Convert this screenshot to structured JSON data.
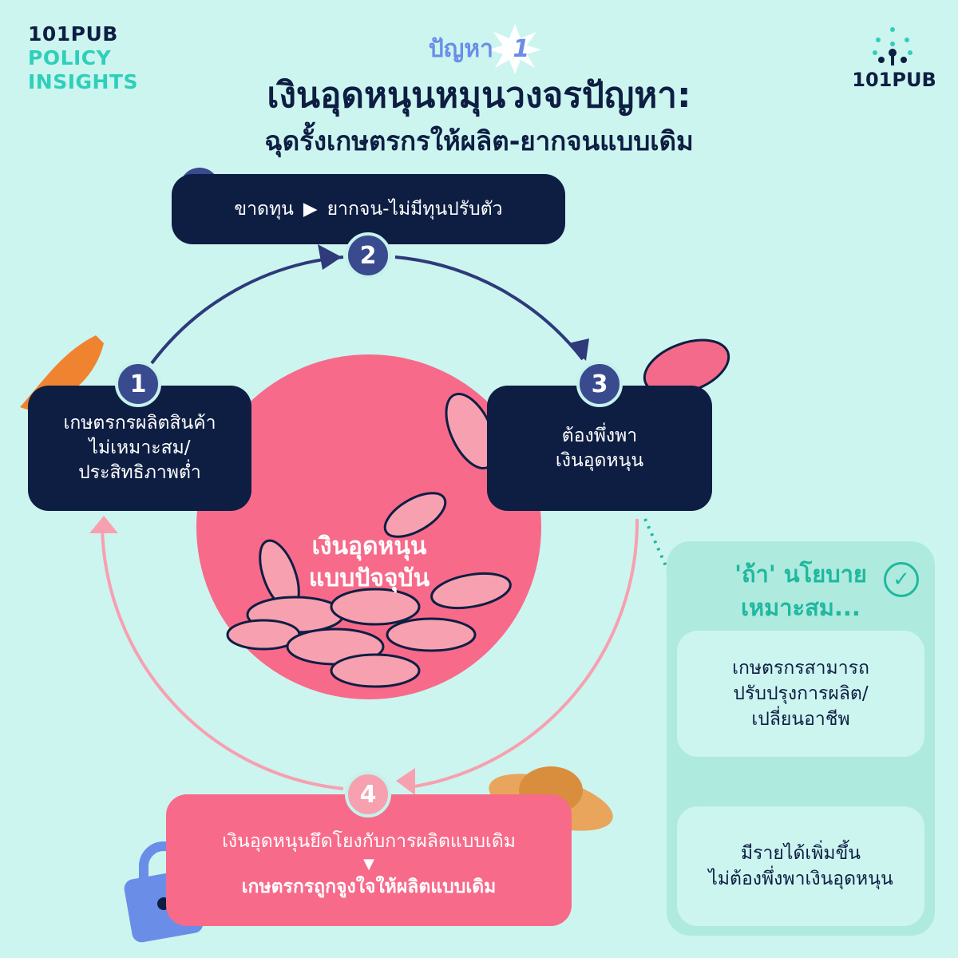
{
  "brand": {
    "top_left": [
      "101PUB",
      "POLICY",
      "INSIGHTS"
    ],
    "top_right": "101PUB"
  },
  "header": {
    "tag": "ปัญหา",
    "tag_number": "1",
    "title_line1": "เงินอุดหนุนหมุนวงจรปัญหา:",
    "title_line2": "ฉุดรั้งเกษตรกรให้ผลิต-ยากจนแบบเดิม"
  },
  "steps": [
    {
      "number": "1",
      "lines": [
        "เกษตรกรผลิตสินค้า",
        "ไม่เหมาะสม/",
        "ประสิทธิภาพต่ำ"
      ]
    },
    {
      "number": "2",
      "left": "ขาดทุน",
      "right": "ยากจน-ไม่มีทุนปรับตัว"
    },
    {
      "number": "3",
      "lines": [
        "ต้องพึ่งพา",
        "เงินอุดหนุน"
      ]
    },
    {
      "number": "4",
      "line1": "เงินอุดหนุนยึดโยงกับการผลิตแบบเดิม",
      "line2": "เกษตรกรถูกจูงใจให้ผลิตแบบเดิม"
    }
  ],
  "center": {
    "line1": "เงินอุดหนุน",
    "line2": "แบบปัจจุบัน"
  },
  "policy_panel": {
    "heading_line1": "'ถ้า' นโยบาย",
    "heading_line2": "เหมาะสม...",
    "box1": [
      "เกษตรกรสามารถ",
      "ปรับปรุงการผลิต/",
      "เปลี่ยนอาชีพ"
    ],
    "box2": [
      "มีรายได้เพิ่มขึ้น",
      "ไม่ต้องพึ่งพาเงินอุดหนุน"
    ]
  },
  "colors": {
    "background": "#ccf5f0",
    "navy": "#0e1e43",
    "teal": "#2fcfb9",
    "pink": "#f76a8a",
    "light_pink": "#f7a0b0",
    "accent_blue": "#6a8ee8"
  }
}
